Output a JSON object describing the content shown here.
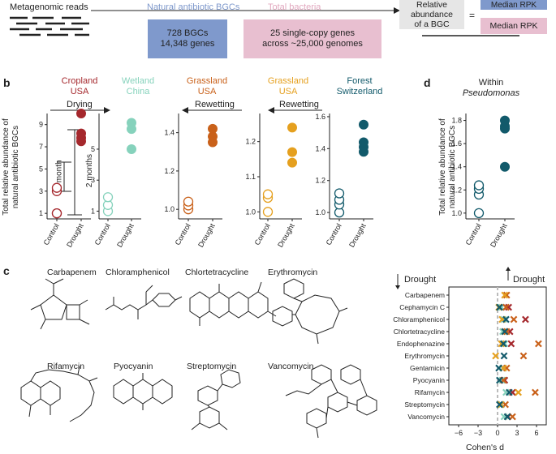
{
  "panel_a": {
    "reads_label": "Metagenomic reads",
    "bgc_header": "Natural antibiotic BGCs",
    "bacteria_header": "Total bacteria",
    "bgc_box": [
      "728 BGCs",
      "14,348 genes"
    ],
    "bacteria_box": [
      "25 single-copy genes",
      "across ~25,000 genomes"
    ],
    "relative_abundance": [
      "Relative",
      "abundance",
      "of a BGC"
    ],
    "equals": "=",
    "numerator": "Median RPK",
    "denominator": "Median RPK",
    "colors": {
      "bgc": "#7f99cc",
      "bacteria": "#e8bfd0",
      "grey": "#e6e6e6"
    }
  },
  "panel_b": {
    "label": "b",
    "ylabel": [
      "Total relative abundance of",
      "natural antibiotic BGCs"
    ],
    "drying": "Drying",
    "rewetting": "Rewetting",
    "one_month": "1 month",
    "two_months": "2 months",
    "xticks": [
      "Control",
      "Drought"
    ],
    "sites": [
      {
        "name": [
          "Cropland",
          "USA"
        ],
        "color": "#a5282d",
        "yticks": [
          "1",
          "3",
          "5",
          "7",
          "9"
        ]
      },
      {
        "name": [
          "Wetland",
          "China"
        ],
        "color": "#86d2bc",
        "yticks": [
          "1",
          "3",
          "5"
        ]
      },
      {
        "name": [
          "Grassland",
          "USA"
        ],
        "color": "#c9611a",
        "yticks": [
          "1.0",
          "1.2",
          "1.4"
        ]
      },
      {
        "name": [
          "Grassland",
          "USA"
        ],
        "color": "#e5a01f",
        "yticks": [
          "1.0",
          "1.1",
          "1.2"
        ]
      },
      {
        "name": [
          "Forest",
          "Switzerland"
        ],
        "color": "#125a6b",
        "yticks": [
          "1.0",
          "1.2",
          "1.4",
          "1.6"
        ]
      }
    ]
  },
  "panel_d": {
    "label": "d",
    "title": [
      "Within",
      "Pseudomonas"
    ],
    "ylabel": [
      "Total relative abundance of",
      "natural antibiotic BGCs"
    ],
    "yticks": [
      "1.0",
      "1.2",
      "1.4",
      "1.6",
      "1.8"
    ],
    "xticks": [
      "Control",
      "Drought"
    ],
    "color": "#125a6b"
  },
  "panel_c": {
    "label": "c",
    "molecules": [
      "Carbapenem",
      "Chloramphenicol",
      "Chlortetracycline",
      "Erythromycin",
      "Rifamycin",
      "Pyocyanin",
      "Streptomycin",
      "Vancomycin"
    ],
    "arrow_left": "Drought",
    "arrow_right": "Drought",
    "xlabel": "Cohen's d",
    "xticks": [
      "−6",
      "−3",
      "0",
      "3",
      "6"
    ]
  },
  "chart_data": [
    {
      "type": "scatter",
      "panel": "b",
      "site": "Cropland USA",
      "x": [
        "Control",
        "Drought"
      ],
      "series": [
        {
          "name": "Control",
          "values": [
            1.0,
            1.0,
            3.0,
            3.3
          ]
        },
        {
          "name": "Drought",
          "values": [
            7.5,
            7.8,
            8.2,
            10.0
          ]
        }
      ],
      "ylim": [
        0.5,
        10
      ]
    },
    {
      "type": "scatter",
      "panel": "b",
      "site": "Wetland China",
      "x": [
        "Control",
        "Drought"
      ],
      "series": [
        {
          "name": "Control",
          "values": [
            1.0,
            1.4,
            1.9
          ]
        },
        {
          "name": "Drought",
          "values": [
            5.0,
            6.3,
            6.7
          ]
        }
      ],
      "ylim": [
        0.5,
        7.3
      ]
    },
    {
      "type": "scatter",
      "panel": "b",
      "site": "Grassland USA",
      "x": [
        "Control",
        "Drought"
      ],
      "series": [
        {
          "name": "Control",
          "values": [
            1.0,
            1.02,
            1.04
          ]
        },
        {
          "name": "Drought",
          "values": [
            1.35,
            1.38,
            1.42
          ]
        }
      ],
      "ylim": [
        0.95,
        1.5
      ]
    },
    {
      "type": "scatter",
      "panel": "b",
      "site": "Grassland USA",
      "x": [
        "Control",
        "Drought"
      ],
      "series": [
        {
          "name": "Control",
          "values": [
            1.0,
            1.04,
            1.05
          ]
        },
        {
          "name": "Drought",
          "values": [
            1.14,
            1.17,
            1.24
          ]
        }
      ],
      "ylim": [
        0.98,
        1.28
      ]
    },
    {
      "type": "scatter",
      "panel": "b",
      "site": "Forest Switzerland",
      "x": [
        "Control",
        "Drought"
      ],
      "series": [
        {
          "name": "Control",
          "values": [
            1.0,
            1.05,
            1.08,
            1.12
          ]
        },
        {
          "name": "Drought",
          "values": [
            1.38,
            1.41,
            1.44,
            1.55
          ]
        }
      ],
      "ylim": [
        0.96,
        1.62
      ]
    },
    {
      "type": "scatter",
      "panel": "d",
      "x": [
        "Control",
        "Drought"
      ],
      "series": [
        {
          "name": "Control",
          "values": [
            1.0,
            1.16,
            1.21,
            1.24
          ]
        },
        {
          "name": "Drought",
          "values": [
            1.4,
            1.73,
            1.75,
            1.8
          ]
        }
      ],
      "ylim": [
        0.95,
        1.86
      ]
    },
    {
      "type": "scatter",
      "panel": "c",
      "xlabel": "Cohen's d",
      "xlim": [
        -7.5,
        7.5
      ],
      "xticks": [
        -6,
        -3,
        0,
        3,
        6
      ],
      "categories": [
        "Carbapenem",
        "Cephamycin C",
        "Chloramphenicol",
        "Chlortetracycline",
        "Endophenazine",
        "Erythromycin",
        "Gentamicin",
        "Pyocyanin",
        "Rifamycin",
        "Streptomycin",
        "Vancomycin"
      ],
      "series": [
        {
          "name": "Cropland USA",
          "color": "#a5282d",
          "values": [
            null,
            1.7,
            4.3,
            1.9,
            2.1,
            null,
            null,
            1.1,
            2.3,
            null,
            1.6
          ]
        },
        {
          "name": "Wetland China",
          "color": "#86d2bc",
          "values": [
            null,
            0.6,
            0.9,
            0.8,
            1.1,
            null,
            0.8,
            0.7,
            1.3,
            0.6,
            1.0
          ]
        },
        {
          "name": "Grassland USA (rewetting 1)",
          "color": "#c9611a",
          "values": [
            1.4,
            1.3,
            2.5,
            1.4,
            6.3,
            4.0,
            1.4,
            0.9,
            5.8,
            1.2,
            2.3
          ]
        },
        {
          "name": "Grassland USA (rewetting 2)",
          "color": "#e5a01f",
          "values": [
            1.1,
            0.2,
            0.7,
            1.1,
            0.6,
            -0.3,
            0.9,
            null,
            3.2,
            0.5,
            null
          ]
        },
        {
          "name": "Forest Switzerland",
          "color": "#125a6b",
          "values": [
            null,
            0.3,
            1.3,
            1.1,
            0.9,
            1.0,
            0.2,
            0.3,
            1.8,
            0.3,
            1.5
          ]
        }
      ]
    }
  ]
}
